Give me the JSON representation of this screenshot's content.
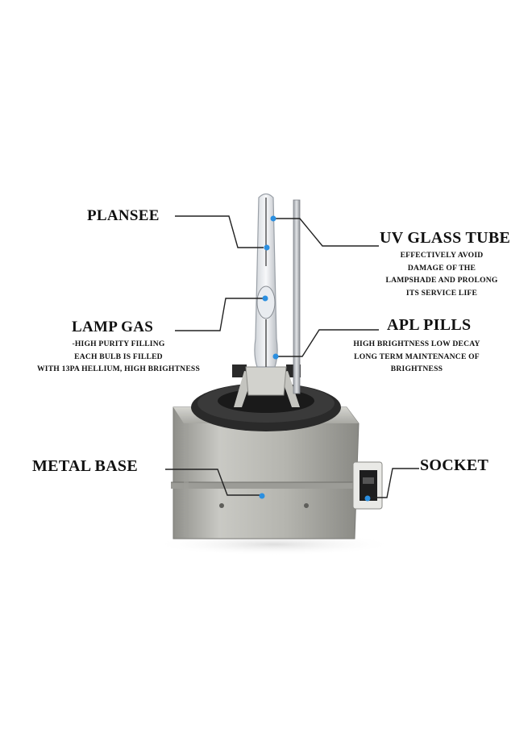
{
  "labels": {
    "plansee": {
      "title": "PLANSEE"
    },
    "uv_glass_tube": {
      "title": "UV GLASS TUBE",
      "lines": [
        "EFFECTIVELY AVOID",
        "DAMAGE OF THE",
        "LAMPSHADE AND PROLONG",
        "ITS SERVICE LIFE"
      ]
    },
    "lamp_gas": {
      "title": "LAMP GAS",
      "lines": [
        "-HIGH PURITY FILLING",
        "EACH BULB IS FILLED",
        "WITH 13PA HELLIUM, HIGH BRIGHTNESS"
      ]
    },
    "apl_pills": {
      "title": "APL PILLS",
      "lines": [
        "HIGH BRIGHTNESS LOW DECAY",
        "LONG TERM MAINTENANCE OF",
        "BRIGHTNESS"
      ]
    },
    "metal_base": {
      "title": "METAL BASE"
    },
    "socket": {
      "title": "SOCKET"
    }
  },
  "colors": {
    "callout_dot": "#2b8fe0",
    "text": "#111111",
    "metal": "#b7b7b2",
    "base_ring": "#2c2c2c"
  }
}
